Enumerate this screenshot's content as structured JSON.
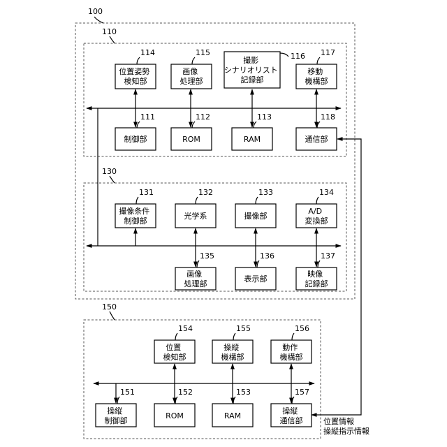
{
  "refs": {
    "r100": "100",
    "r110": "110",
    "r130": "130",
    "r150": "150",
    "r111": "111",
    "r112": "112",
    "r113": "113",
    "r114": "114",
    "r115": "115",
    "r116": "116",
    "r117": "117",
    "r118": "118",
    "r131": "131",
    "r132": "132",
    "r133": "133",
    "r134": "134",
    "r135": "135",
    "r136": "136",
    "r137": "137",
    "r151": "151",
    "r152": "152",
    "r153": "153",
    "r154": "154",
    "r155": "155",
    "r156": "156",
    "r157": "157"
  },
  "blocks": {
    "b114": [
      "位置姿勢",
      "検知部"
    ],
    "b115": [
      "画像",
      "処理部"
    ],
    "b116": [
      "撮影",
      "シナリオリスト",
      "記録部"
    ],
    "b117": [
      "移動",
      "機構部"
    ],
    "b111": [
      "制御部"
    ],
    "b112": [
      "ROM"
    ],
    "b113": [
      "RAM"
    ],
    "b118": [
      "通信部"
    ],
    "b131": [
      "撮像条件",
      "制御部"
    ],
    "b132": [
      "光学系"
    ],
    "b133": [
      "撮像部"
    ],
    "b134": [
      "A/D",
      "変換部"
    ],
    "b135": [
      "画像",
      "処理部"
    ],
    "b136": [
      "表示部"
    ],
    "b137": [
      "映像",
      "記録部"
    ],
    "b154": [
      "位置",
      "検知部"
    ],
    "b155": [
      "操縦",
      "機構部"
    ],
    "b156": [
      "動作",
      "機構部"
    ],
    "b151": [
      "操縦",
      "制御部"
    ],
    "b152": [
      "ROM"
    ],
    "b153": [
      "RAM"
    ],
    "b157": [
      "操縦",
      "通信部"
    ]
  },
  "link_label": {
    "line1": "位置情報",
    "line2": "操縦指示情報"
  }
}
